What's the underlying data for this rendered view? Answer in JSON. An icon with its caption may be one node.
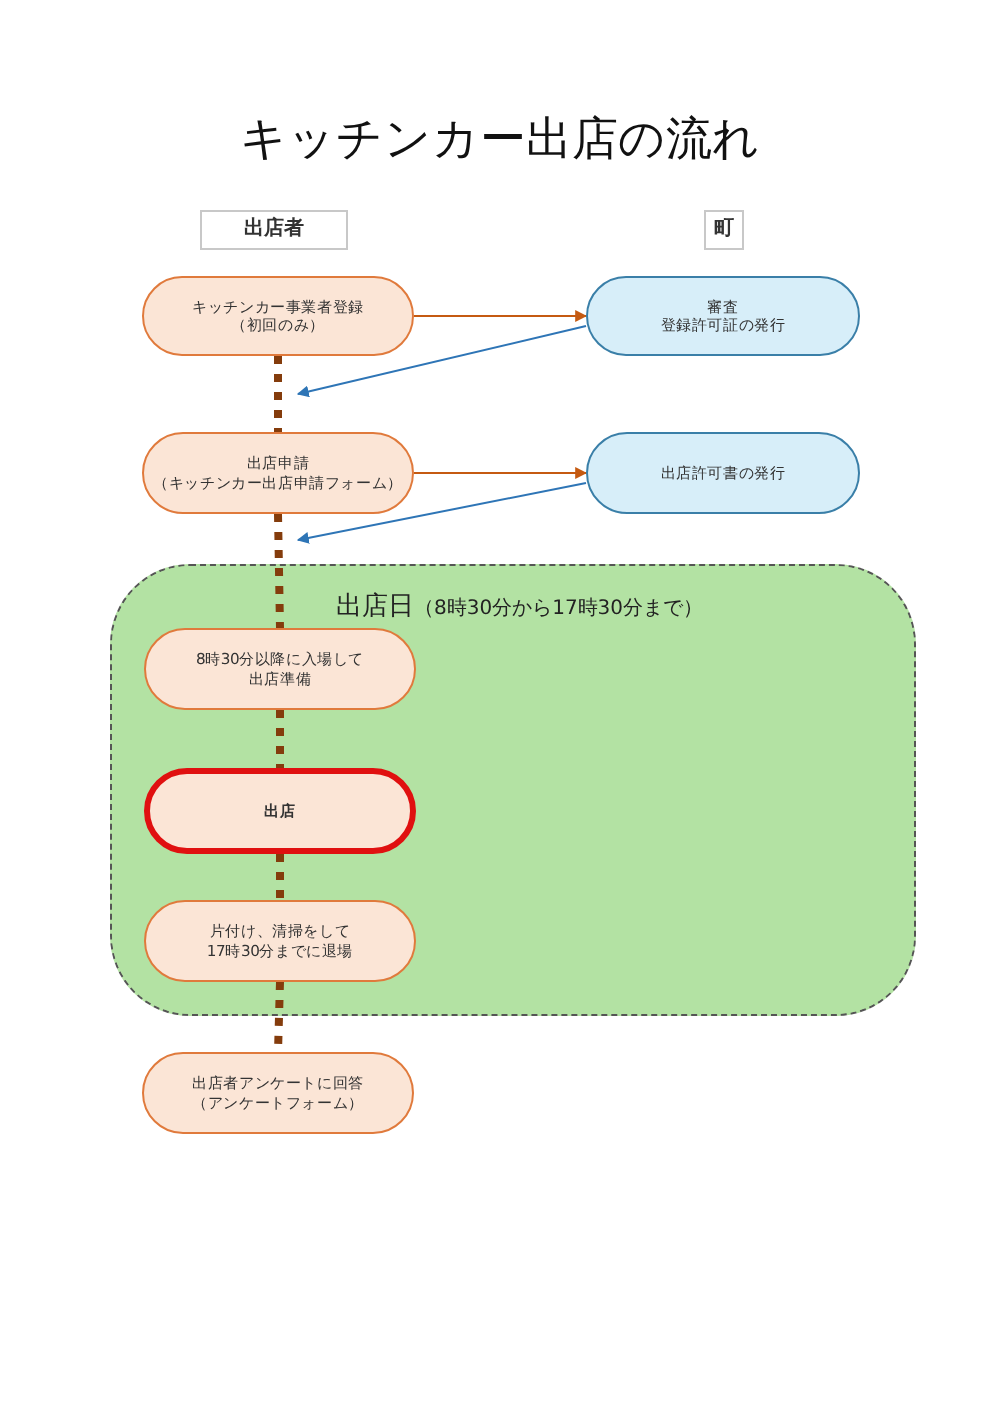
{
  "diagram": {
    "title": "キッチンカー出店の流れ",
    "nodes": [
      {
        "text": [
          "出店者"
        ]
      },
      {
        "text": [
          "町"
        ]
      },
      {
        "text": [
          "キッチンカー事業者登録",
          "（初回のみ）"
        ]
      },
      {
        "text": [
          "審査",
          "登録許可証の発行"
        ]
      },
      {
        "text": [
          "出店申請",
          "（キッチンカー出店申請フォーム）"
        ]
      },
      {
        "text": [
          "出店許可書の発行"
        ]
      },
      {
        "text": [
          "出店日",
          "（8時30分から17時30分まで）"
        ]
      },
      {
        "text": [
          "8時30分以降に入場して",
          "出店準備"
        ],
        "in": 6
      },
      {
        "text": [
          "出店"
        ],
        "in": 6
      },
      {
        "text": [
          "片付け、清掃をして",
          "17時30分までに退場"
        ],
        "in": 6
      },
      {
        "text": [
          "出店者アンケートに回答",
          "（アンケートフォーム）"
        ]
      }
    ],
    "edges": [
      {
        "from": 2,
        "to": 3,
        "arrow": "to",
        "color": "#c55a11"
      },
      {
        "from": 3,
        "to": 2,
        "arrow": "to",
        "color": "#2e75b6"
      },
      {
        "from": 2,
        "to": 4,
        "arrow": "none",
        "style": "dashed"
      },
      {
        "from": 4,
        "to": 5,
        "arrow": "to",
        "color": "#c55a11"
      },
      {
        "from": 5,
        "to": 4,
        "arrow": "to",
        "color": "#2e75b6"
      },
      {
        "from": 4,
        "to": 7,
        "arrow": "none",
        "style": "dashed"
      },
      {
        "from": 7,
        "to": 8,
        "arrow": "none",
        "style": "dashed"
      },
      {
        "from": 8,
        "to": 9,
        "arrow": "none",
        "style": "dashed"
      },
      {
        "from": 9,
        "to": 10,
        "arrow": "none",
        "style": "dashed"
      }
    ]
  }
}
